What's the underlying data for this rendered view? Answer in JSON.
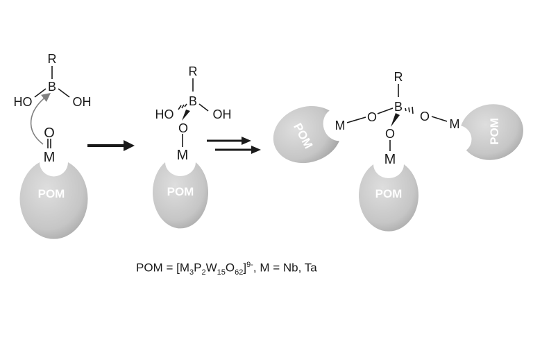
{
  "panel1": {
    "r_label": "R",
    "b_label": "B",
    "ho_left": "HO",
    "oh_right": "OH",
    "o_label": "O",
    "m_label": "M",
    "pom_label": "POM"
  },
  "panel2": {
    "r_label": "R",
    "b_label": "B",
    "ho_left": "HO",
    "oh_right": "OH",
    "o_label": "O",
    "m_label": "M",
    "pom_label": "POM"
  },
  "panel3": {
    "r_label": "R",
    "b_label": "B",
    "o_left": "O",
    "o_right": "O",
    "o_bottom": "O",
    "m_left": "M",
    "m_right": "M",
    "m_bottom": "M",
    "pom_left": "POM",
    "pom_right": "POM",
    "pom_bottom": "POM"
  },
  "caption": {
    "prefix": "POM = [M",
    "sub1": "3",
    "p": "P",
    "sub2": "2",
    "w": "W",
    "sub3": "15",
    "o": "O",
    "sub4": "62",
    "close": "]",
    "charge": "9-",
    "suffix": ", M = Nb, Ta"
  },
  "colors": {
    "pom_fill_light": "#d9d9d9",
    "pom_fill_dark": "#a9a9a9",
    "ink": "#1a1a1a",
    "curved_arrow": "#808080"
  }
}
